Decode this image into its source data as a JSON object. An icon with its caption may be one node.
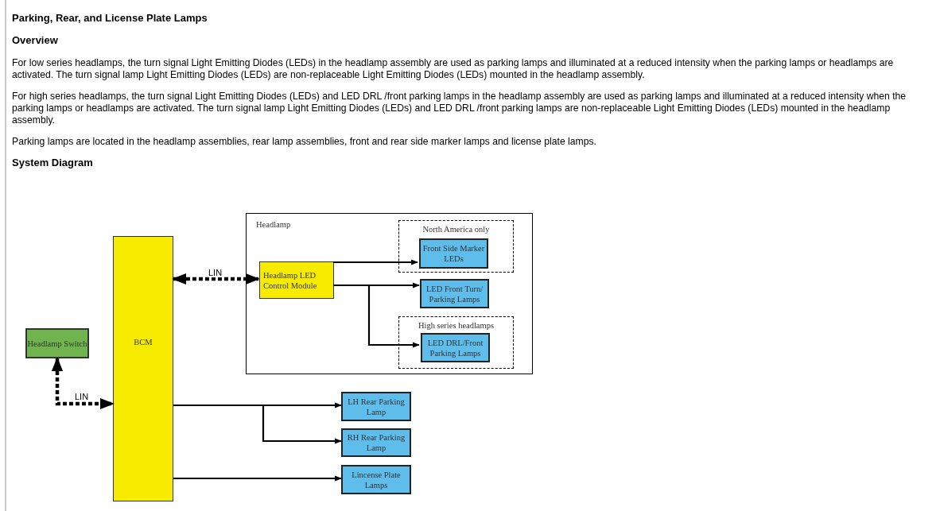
{
  "diagram": {
    "title": "Parking, Rear, and License Plate Lamps",
    "nodes": [
      {
        "text": [
          "Headlamp"
        ]
      },
      {
        "text": [
          "Headlamp LED Control Module"
        ],
        "in": 0
      },
      {
        "text": [
          "North America only"
        ],
        "in": 0
      },
      {
        "text": [
          "Front Side Marker LEDs"
        ],
        "in": 2
      },
      {
        "text": [
          "LED Front Turn/ Parking Lamps"
        ],
        "in": 0
      },
      {
        "text": [
          "High series headlamps"
        ],
        "in": 0
      },
      {
        "text": [
          "LED DRL/Front Parking Lamps"
        ],
        "in": 5
      },
      {
        "text": [
          "Headlamp Switch"
        ]
      },
      {
        "text": [
          "BCM"
        ]
      },
      {
        "text": [
          "LH Rear Parking Lamp"
        ]
      },
      {
        "text": [
          "RH Rear Parking Lamp"
        ]
      },
      {
        "text": [
          "Lincense Plate Lamps"
        ]
      }
    ],
    "edges": [
      {
        "from": 8,
        "to": 1,
        "arrow": "both",
        "label": "LIN",
        "style": "dashed"
      },
      {
        "from": 7,
        "to": 8,
        "arrow": "both",
        "label": "LIN",
        "style": "dashed"
      },
      {
        "from": 1,
        "to": 3,
        "arrow": "to"
      },
      {
        "from": 1,
        "to": 4,
        "arrow": "to"
      },
      {
        "from": 1,
        "to": 6,
        "arrow": "to"
      },
      {
        "from": 8,
        "to": 9,
        "arrow": "to"
      },
      {
        "from": 8,
        "to": 10,
        "arrow": "to"
      },
      {
        "from": 8,
        "to": 11,
        "arrow": "to"
      }
    ],
    "labels": [
      "Overview",
      "For low series headlamps, the turn signal Light Emitting Diodes (LEDs) in the headlamp assembly are used as parking lamps and illuminated at a reduced intensity when the parking lamps or headlamps are activated. The turn signal lamp Light Emitting Diodes (LEDs) are non-replaceable Light Emitting Diodes (LEDs) mounted in the headlamp assembly.",
      "For high series headlamps, the turn signal Light Emitting Diodes (LEDs) and LED DRL /front parking lamps in the headlamp assembly are used as parking lamps and illuminated at a reduced intensity when the parking lamps or headlamps are activated. The turn signal lamp Light Emitting Diodes (LEDs) and LED DRL /front parking lamps are non-replaceable Light Emitting Diodes (LEDs) mounted in the headlamp assembly.",
      "Parking lamps are located in the headlamp assemblies, rear lamp assemblies, front and rear side marker lamps and license plate lamps.",
      "System Diagram"
    ]
  }
}
